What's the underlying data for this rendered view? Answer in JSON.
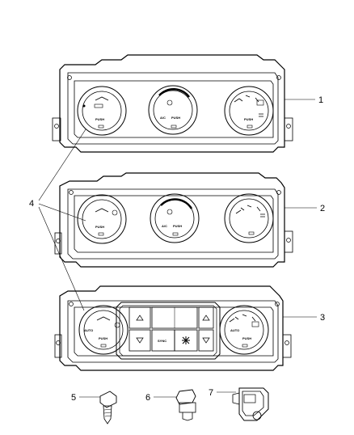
{
  "callouts": {
    "n1": "1",
    "n2": "2",
    "n3": "3",
    "n4": "4",
    "n5": "5",
    "n6": "6",
    "n7": "7"
  },
  "panel1": {
    "left_knob_push": "PUSH",
    "center_knob_push": "PUSH",
    "center_knob_ac": "A/C",
    "right_knob_push": "PUSH"
  },
  "panel2": {
    "left_knob_push": "PUSH",
    "center_knob_push": "PUSH",
    "center_knob_ac": "A/C"
  },
  "panel3": {
    "left_knob_auto": "AUTO",
    "left_knob_push": "PUSH",
    "right_knob_auto": "AUTO",
    "right_knob_push": "PUSH",
    "sync_button": "SYNC"
  }
}
